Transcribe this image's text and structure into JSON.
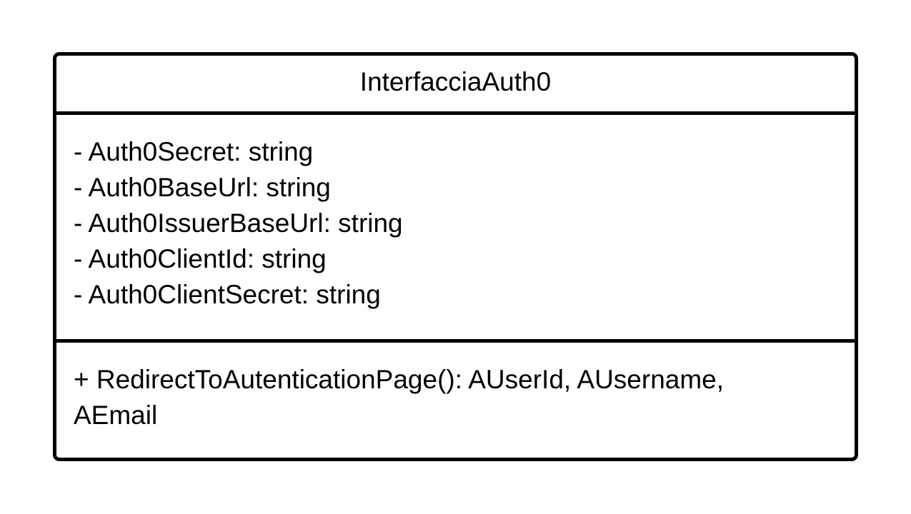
{
  "class": {
    "name": "InterfacciaAuth0",
    "attributes": [
      "- Auth0Secret: string",
      "- Auth0BaseUrl: string",
      "- Auth0IssuerBaseUrl: string",
      "- Auth0ClientId: string",
      "- Auth0ClientSecret: string"
    ],
    "operations": [
      "+ RedirectToAutenticationPage(): AUserId, AUsername, AEmail"
    ]
  }
}
